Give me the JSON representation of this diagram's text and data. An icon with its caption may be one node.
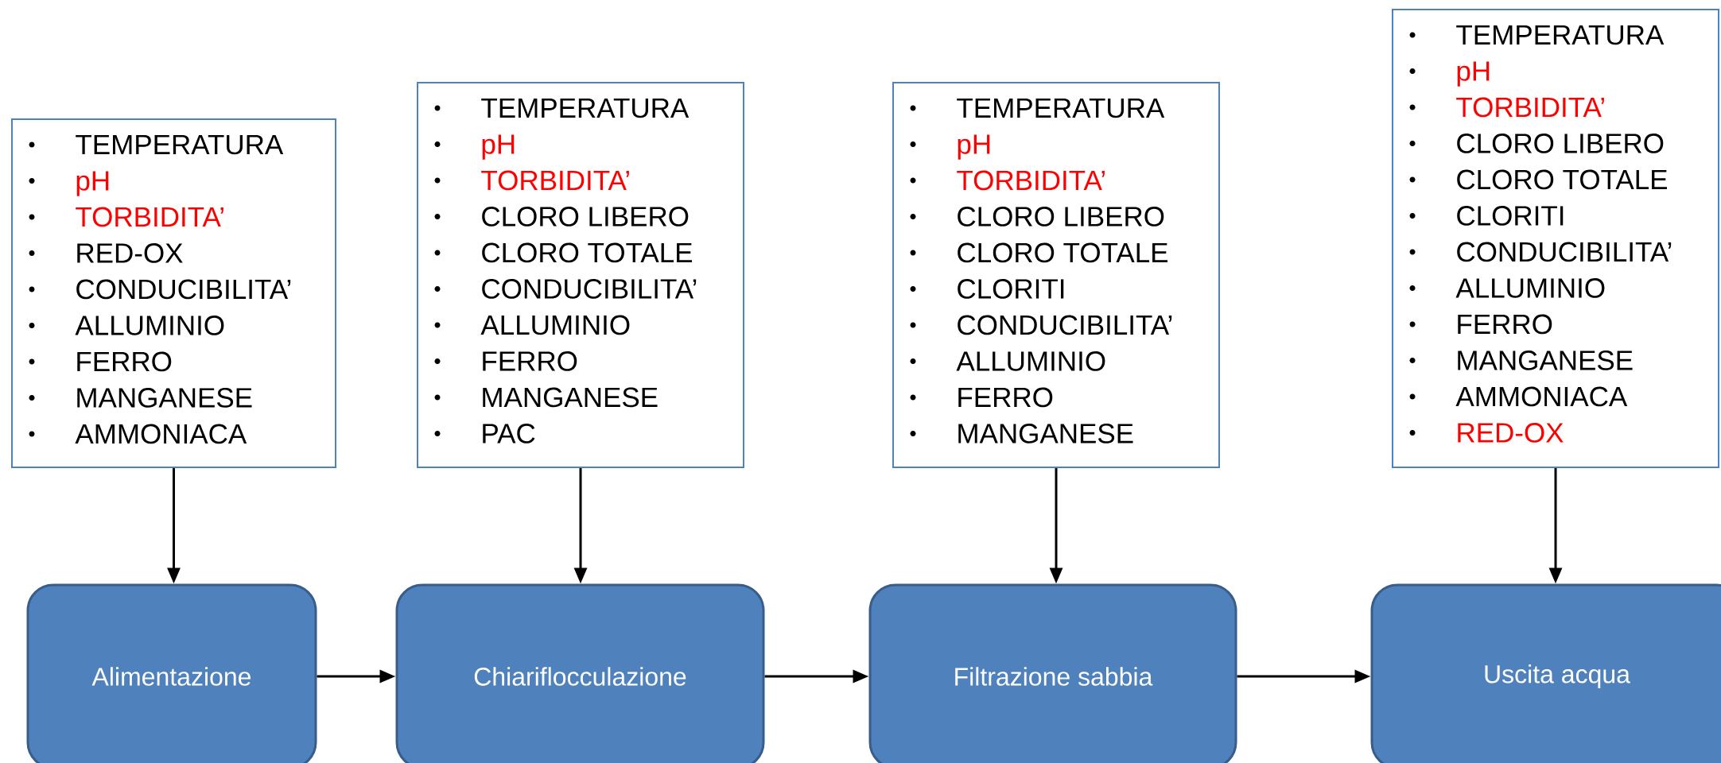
{
  "diagram": {
    "nodes": [
      {
        "text": [
          "TEMPERATURA",
          "pH",
          "TORBIDITA’",
          "RED-OX",
          "CONDUCIBILITA’",
          "ALLUMINIO",
          "FERRO",
          "MANGANESE",
          "AMMONIACA"
        ]
      },
      {
        "text": [
          "TEMPERATURA",
          "pH",
          "TORBIDITA’",
          "CLORO LIBERO",
          "CLORO TOTALE",
          "CONDUCIBILITA’",
          "ALLUMINIO",
          "FERRO",
          "MANGANESE",
          "PAC"
        ]
      },
      {
        "text": [
          "TEMPERATURA",
          "pH",
          "TORBIDITA’",
          "CLORO LIBERO",
          "CLORO TOTALE",
          "CLORITI",
          "CONDUCIBILITA’",
          "ALLUMINIO",
          "FERRO",
          "MANGANESE"
        ]
      },
      {
        "text": [
          "TEMPERATURA",
          "pH",
          "TORBIDITA’",
          "CLORO LIBERO",
          "CLORO TOTALE",
          "CLORITI",
          "CONDUCIBILITA’",
          "ALLUMINIO",
          "FERRO",
          "MANGANESE",
          "AMMONIACA",
          "RED-OX"
        ]
      },
      {
        "text": [
          "Alimentazione"
        ]
      },
      {
        "text": [
          "Chiariflocculazione"
        ]
      },
      {
        "text": [
          "Filtrazione sabbia"
        ]
      },
      {
        "text": [
          "Uscita acqua"
        ]
      }
    ],
    "edges": [
      {
        "from": 0,
        "to": 4,
        "arrow": "to"
      },
      {
        "from": 1,
        "to": 5,
        "arrow": "to"
      },
      {
        "from": 2,
        "to": 6,
        "arrow": "to"
      },
      {
        "from": 3,
        "to": 7,
        "arrow": "to"
      },
      {
        "from": 4,
        "to": 5,
        "arrow": "to"
      },
      {
        "from": 5,
        "to": 6,
        "arrow": "to"
      },
      {
        "from": 6,
        "to": 7,
        "arrow": "to"
      }
    ]
  }
}
